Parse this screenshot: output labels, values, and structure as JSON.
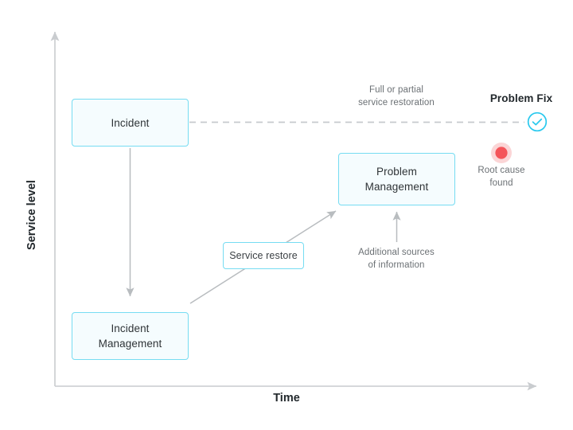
{
  "diagram": {
    "title_axis_x": "Time",
    "title_axis_y": "Service level",
    "nodes": [
      {
        "id": "incident",
        "label": "Incident"
      },
      {
        "id": "incident-management",
        "label": "Incident\nManagement"
      },
      {
        "id": "service-restore",
        "label": "Service restore"
      },
      {
        "id": "problem-management",
        "label": "Problem\nManagement"
      }
    ],
    "node_labels": {
      "incident": "Incident",
      "incident_management_line1": "Incident",
      "incident_management_line2": "Management",
      "service_restore": "Service restore",
      "problem_management_line1": "Problem",
      "problem_management_line2": "Management"
    },
    "captions": {
      "restoration_line1": "Full or partial",
      "restoration_line2": "service restoration",
      "additional_sources_line1": "Additional sources",
      "additional_sources_line2": "of information",
      "root_cause_line1": "Root cause",
      "root_cause_line2": "found"
    },
    "markers": {
      "problem_fix_label": "Problem Fix",
      "problem_fix_icon": "check-circle-icon",
      "root_cause_icon": "red-dot-icon"
    },
    "colors": {
      "node_border": "#76dcf2",
      "node_fill": "#f5fcfe",
      "node_fill_plain": "#ffffff",
      "accent_cyan": "#2ac9ee",
      "arrow_gray": "#b8bcbf",
      "axis_gray": "#c9cccf",
      "text_dark": "#22282c",
      "text_gray": "#6b7074",
      "root_cause_red": "#f4555a",
      "root_cause_halo": "#fbd3d4"
    },
    "connectors": [
      {
        "name": "incident-to-incident-management",
        "style": "solid-arrow",
        "from": "incident",
        "to": "incident-management"
      },
      {
        "name": "incident-management-to-problem-management",
        "style": "solid-arrow-diagonal",
        "from": "incident-management",
        "to": "problem-management"
      },
      {
        "name": "incident-to-problem-fix",
        "style": "dashed",
        "from": "incident",
        "to": "problem-fix"
      },
      {
        "name": "additional-sources-to-problem-management",
        "style": "solid-arrow-up",
        "from": "additional-sources",
        "to": "problem-management"
      }
    ]
  }
}
